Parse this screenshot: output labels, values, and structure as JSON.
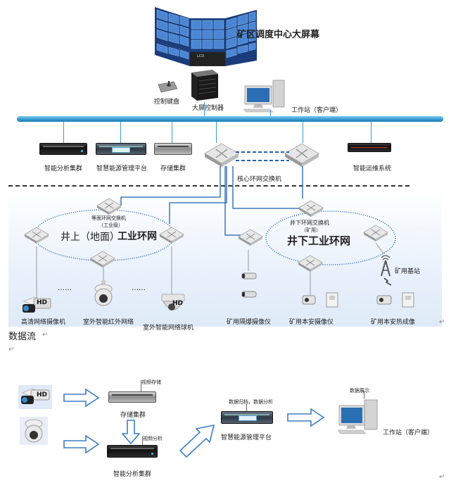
{
  "top_diagram": {
    "big_screen_label": "矿区调度中心大屏幕",
    "lcd_label": "LCD",
    "keyboard_label": "控制键盘",
    "controller_label": "大屏控制器",
    "workstation_label": "工作站（客户端）",
    "analysis_cluster_label": "智能分析集群",
    "energy_platform_label": "智慧能源管理平台",
    "storage_cluster_label": "存储集群",
    "core_switch_label": "核心环网交换机",
    "ops_system_label": "智能运维系统",
    "face_switch_label": "等面环网交换机",
    "face_switch_sub": "（工业级）",
    "surface_ring_label_a": "井上（地面）",
    "surface_ring_label_b": "工业环网",
    "underground_switch_label": "井下环网交换机",
    "underground_switch_sub": "（矿用）",
    "underground_ring_label": "井下工业环网",
    "mine_base_station_label": "矿用基站",
    "hd_camera_label": "高清网络摄像机",
    "outdoor_ir_label": "室外智能红外网络",
    "outdoor_dome_label": "室外智能网络球机",
    "explosion_camera_label": "矿用隔爆摄像仪",
    "intrinsic_camera_label": "矿用本安摄像仪",
    "thermal_label": "矿用本安热成像",
    "hd_badge": "HD",
    "dots": "……"
  },
  "section_title": "数据流",
  "flow": {
    "storage_cluster_label": "存储集群",
    "video_storage_label": "视频存储",
    "video_analysis_label": "视频分析",
    "analysis_cluster_label": "智能分析集群",
    "data_label": "数据归档，数据分析",
    "energy_platform_label": "智慧能源管理平台",
    "data_display_label": "数据展示",
    "workstation_label": "工作站（客户端）",
    "hd_badge": "HD"
  },
  "colors": {
    "backbone": "#3fa6d6",
    "ring_line": "#2060b0",
    "arrow_stroke": "#3b7fc4",
    "dashed_divider": "#333333"
  },
  "return_marks": [
    "↵",
    "↵",
    "↵",
    "↵"
  ]
}
